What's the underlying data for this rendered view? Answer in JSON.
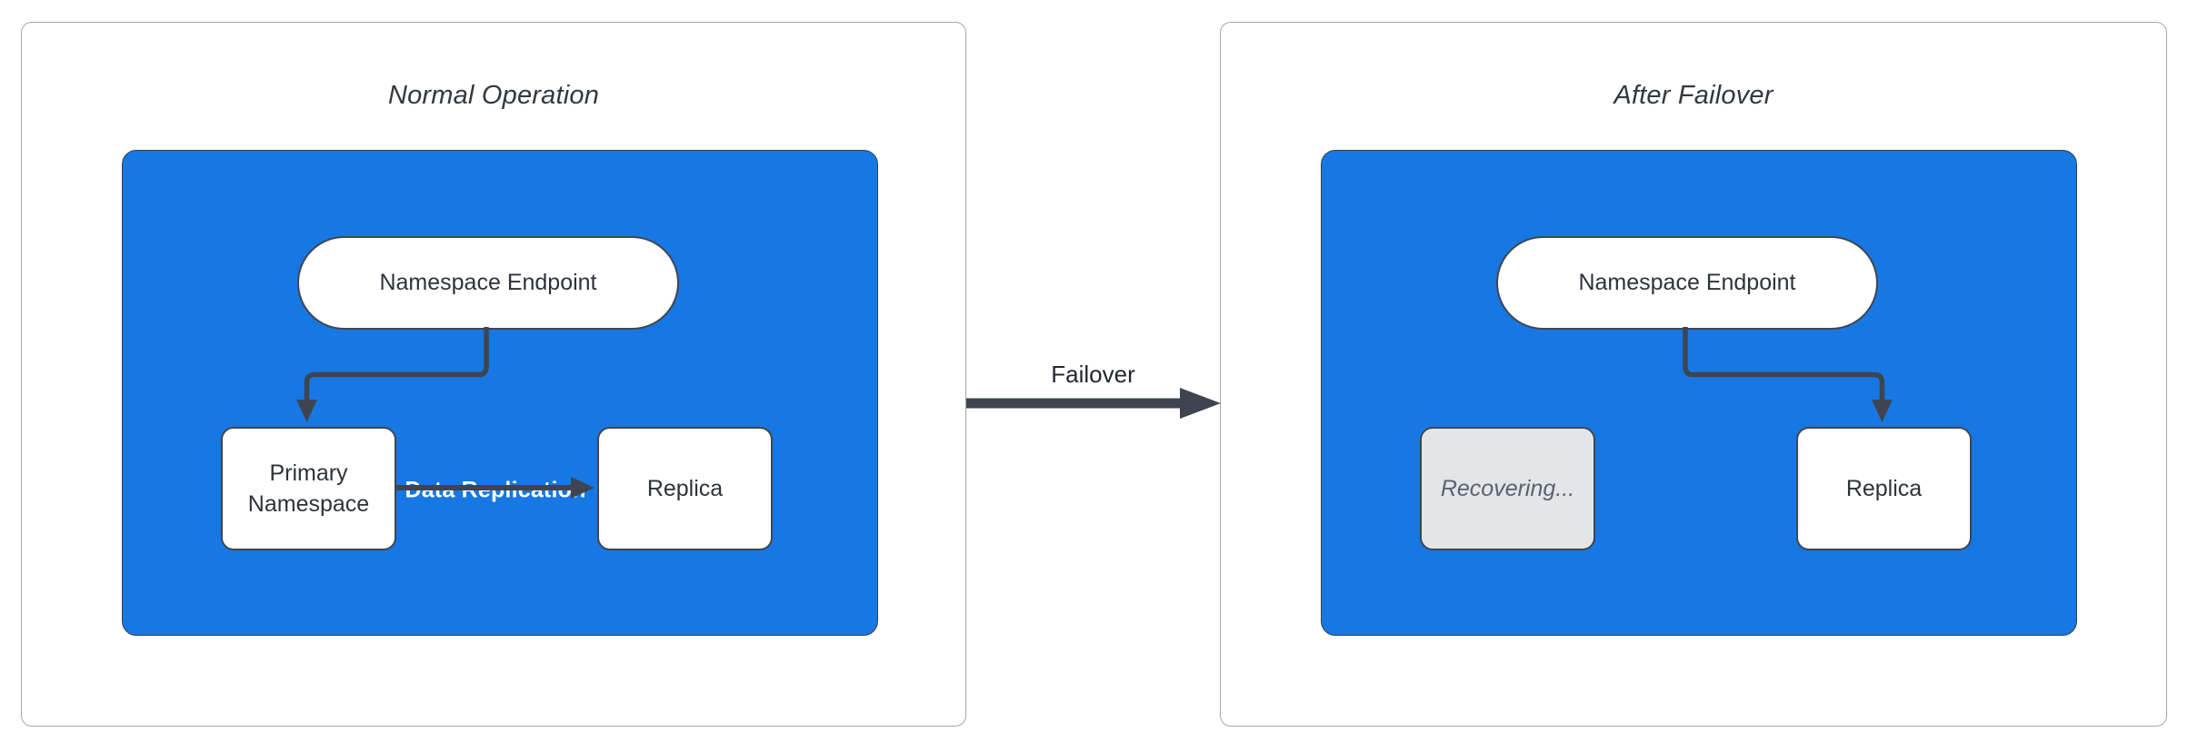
{
  "panels": [
    {
      "title": "Normal Operation",
      "nodes": {
        "endpoint": "Namespace Endpoint",
        "left_box": "Primary Namespace",
        "right_box": "Replica"
      },
      "edge_label": "Data Replication"
    },
    {
      "title": "After Failover",
      "nodes": {
        "endpoint": "Namespace Endpoint",
        "left_box": "Recovering...",
        "right_box": "Replica"
      }
    }
  ],
  "transition": {
    "label": "Failover"
  },
  "colors": {
    "container_fill": "#1777e3",
    "node_border": "#3f4650",
    "connector": "#3e4551",
    "panel_border": "#a3a7ac",
    "recovering_fill": "#e3e5e8",
    "recovering_text": "#596270",
    "title_text": "#33383f",
    "node_text": "#2e333b",
    "edge_label_text": "#ffffff",
    "failover_label_text": "#24282e"
  }
}
